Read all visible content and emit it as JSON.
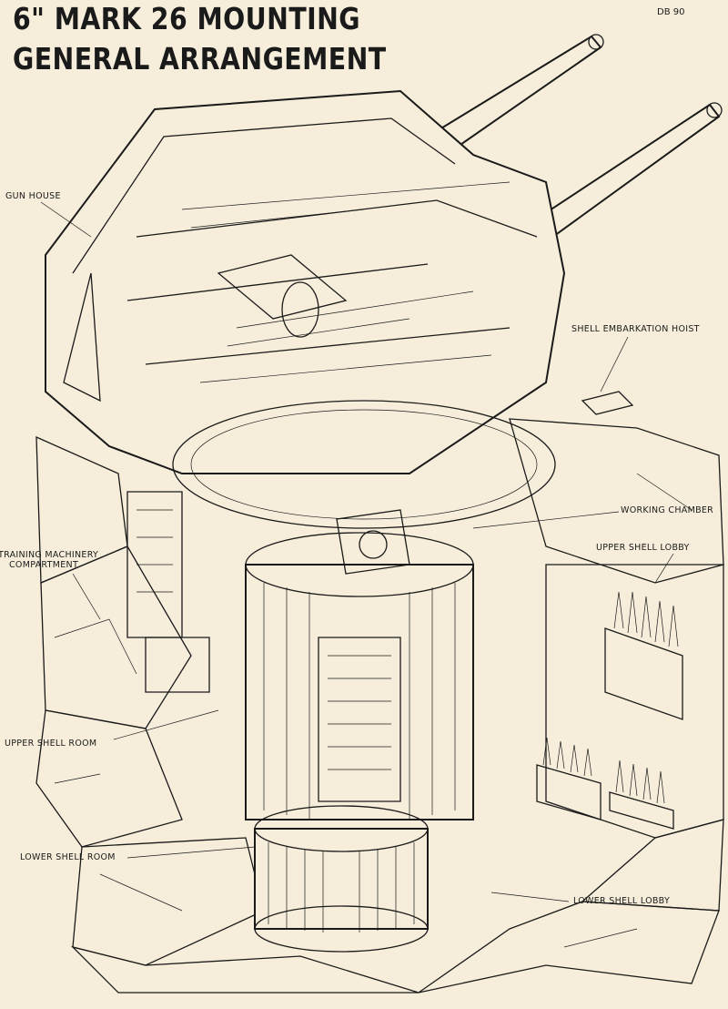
{
  "title": {
    "line1": "6\" MARK 26 MOUNTING",
    "line2": "GENERAL ARRANGEMENT",
    "code": "DB 90"
  },
  "labels": {
    "gun_house": "GUN HOUSE",
    "shell_embarkation_hoist": "SHELL EMBARKATION  HOIST",
    "working_chamber": "WORKING CHAMBER",
    "upper_shell_lobby": "UPPER SHELL LOBBY",
    "training_machinery_line1": "TRAINING  MACHINERY",
    "training_machinery_line2": "COMPARTMENT",
    "upper_shell_room": "UPPER SHELL ROOM",
    "lower_shell_room": "LOWER SHELL ROOM",
    "lower_shell_lobby": "LOWER SHELL LOBBY"
  },
  "colors": {
    "paper": "#f6eedb",
    "ink": "#1a1a1a"
  }
}
